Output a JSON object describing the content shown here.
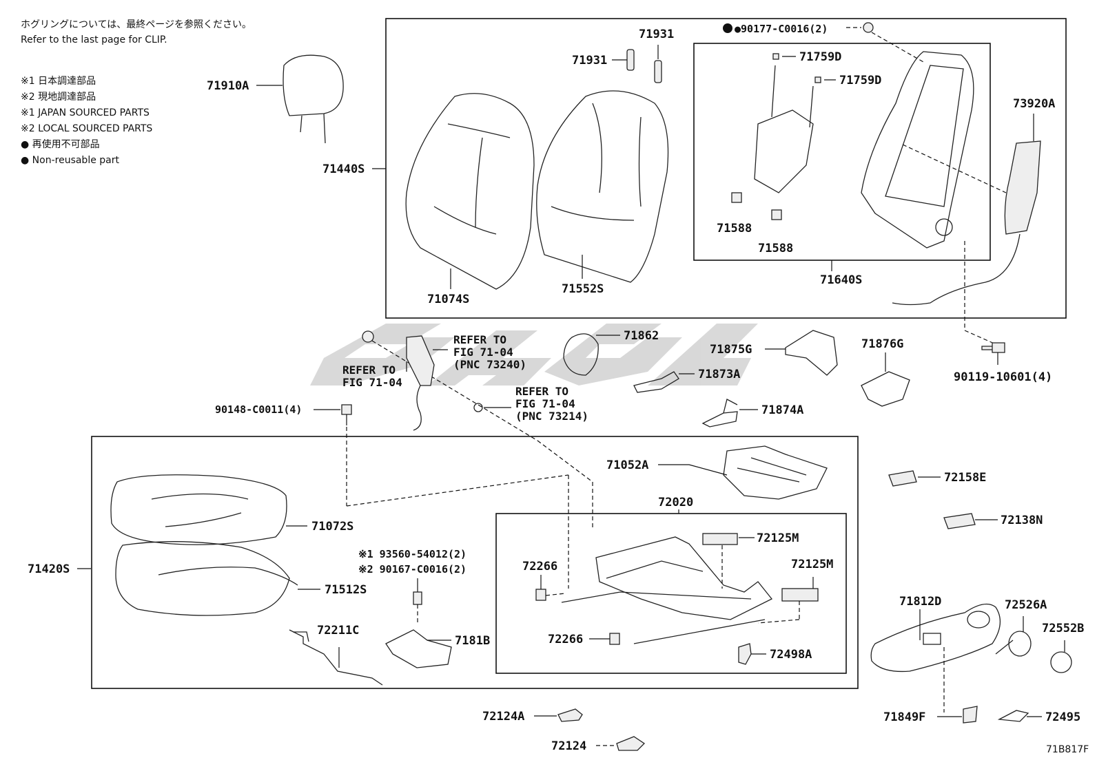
{
  "notes": {
    "clip_jp": "ホグリングについては、最終ページを参照ください。",
    "clip_en": "Refer to the last page for CLIP.",
    "legend": [
      "※1 日本調達部品",
      "※2 現地調達部品",
      "※1 JAPAN SOURCED PARTS",
      "※2 LOCAL SOURCED PARTS",
      "● 再使用不可部品",
      "● Non-reusable part"
    ]
  },
  "labels": {
    "p71910A": "71910A",
    "p71440S": "71440S",
    "p71074S": "71074S",
    "p71931a": "71931",
    "p71931b": "71931",
    "p71552S": "71552S",
    "p90177": "●90177-C0016(2)",
    "p71759Da": "71759D",
    "p71759Db": "71759D",
    "p71588a": "71588",
    "p71588b": "71588",
    "p71640S": "71640S",
    "p73920A": "73920A",
    "p90119": "90119-10601(4)",
    "p71862": "71862",
    "p71875G": "71875G",
    "p71873A": "71873A",
    "p71874A": "71874A",
    "p71876G": "71876G",
    "p90148": "90148-C0011(4)",
    "p71052A": "71052A",
    "p72020": "72020",
    "p72125Ma": "72125M",
    "p72125Mb": "72125M",
    "p72266a": "72266",
    "p72266b": "72266",
    "p72498A": "72498A",
    "p71072S": "71072S",
    "p71420S": "71420S",
    "p71512S": "71512S",
    "p93560": "※1 93560-54012(2)",
    "p90167": "※2 90167-C0016(2)",
    "p72211C": "72211C",
    "p7181B": "7181B",
    "p72158E": "72158E",
    "p72138N": "72138N",
    "p71812D": "71812D",
    "p72526A": "72526A",
    "p72552B": "72552B",
    "p71849F": "71849F",
    "p72495": "72495",
    "p72124A": "72124A",
    "p72124": "72124",
    "diagram_id": "71B817F"
  },
  "refs": {
    "ref1": [
      "REFER TO",
      "FIG 71-04",
      "(PNC 73240)"
    ],
    "ref2": [
      "REFER TO",
      "FIG 71-04"
    ],
    "ref3": [
      "REFER TO",
      "FIG 71-04",
      "(PNC 73214)"
    ]
  }
}
